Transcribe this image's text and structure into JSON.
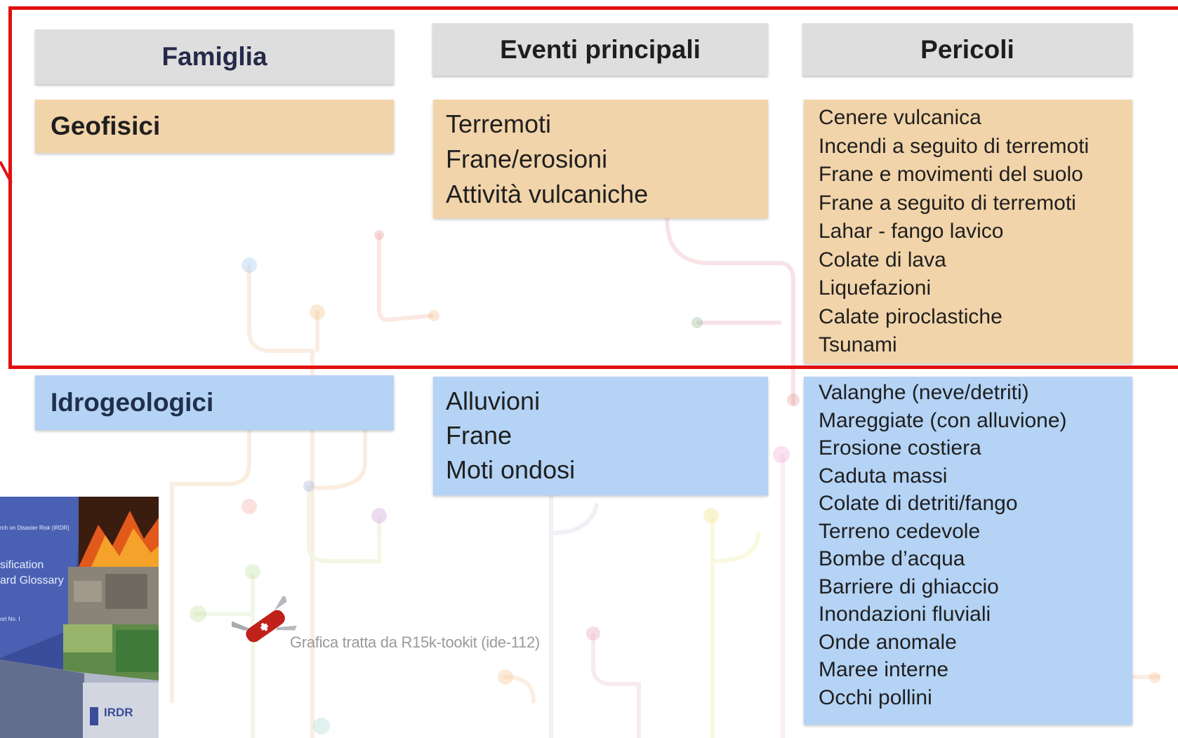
{
  "headers": {
    "famiglia": "Famiglia",
    "eventi": "Eventi principali",
    "pericoli": "Pericoli"
  },
  "rows": [
    {
      "family": "Geofisici",
      "events": [
        "Terremoti",
        "Frane/erosioni",
        "Attività vulcaniche"
      ],
      "hazards": [
        "Cenere vulcanica",
        "Incendi a seguito di terremoti",
        "Frane e movimenti del suolo",
        "Frane a seguito di terremoti",
        "Lahar - fango lavico",
        "Colate di lava",
        "Liquefazioni",
        "Calate piroclastiche",
        "Tsunami"
      ]
    },
    {
      "family": "Idrogeologici",
      "events": [
        "Alluvioni",
        "Frane",
        "Moti ondosi"
      ],
      "hazards": [
        "Valanghe (neve/detriti)",
        "Mareggiate (con alluvione)",
        "Erosione costiera",
        "Caduta massi",
        "Colate di detriti/fango",
        "Terreno cedevole",
        "Bombe d’acqua",
        "Barriere di ghiaccio",
        "Inondazioni fluviali",
        "Onde anomale",
        "Maree interne",
        "Occhi pollini"
      ]
    }
  ],
  "caption": "Grafica tratta da R15k-tookit (ide-112)",
  "cover": {
    "line1": "rch on Disaster Risk (IRDR)",
    "line2": "sification",
    "line3": "ard Glossary",
    "line4": "ort No. I",
    "logo": "IRDR"
  },
  "colors": {
    "header": "#dedede",
    "geophysical": "#f2d4aa",
    "hydrogeological": "#b4d3f5",
    "selection": "#e21010"
  },
  "icons": [
    "swiss-army-knife-icon"
  ]
}
